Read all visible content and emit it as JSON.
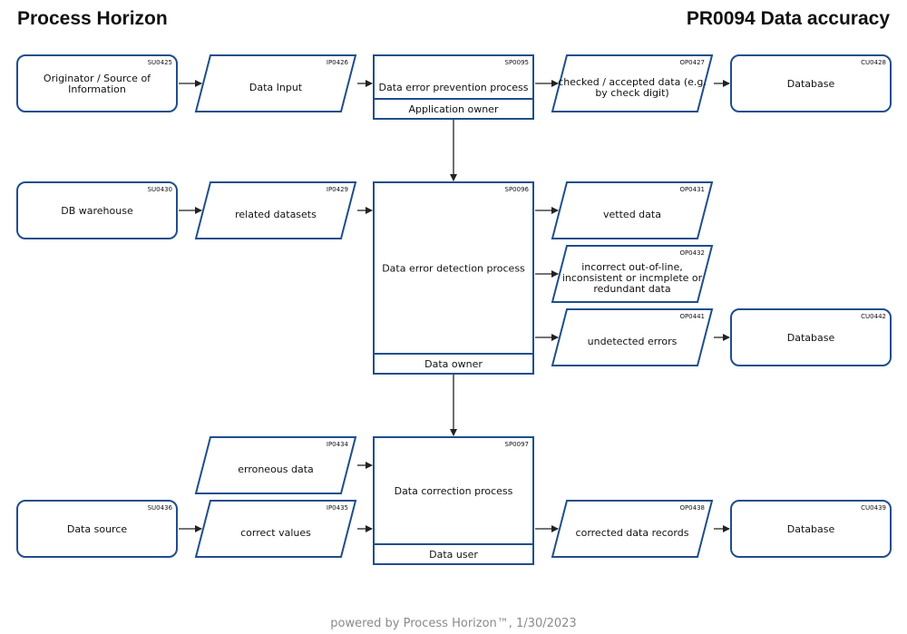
{
  "header": {
    "app_title": "Process Horizon",
    "doc_title": "PR0094 Data accuracy"
  },
  "footer": {
    "text": "powered by Process Horizon™, 1/30/2023"
  },
  "nodes": [
    {
      "id": "SU0425",
      "kind": "terminal",
      "lines": [
        "Originator / Source of",
        "Information"
      ]
    },
    {
      "id": "IP0426",
      "kind": "data",
      "lines": [
        "Data Input"
      ]
    },
    {
      "id": "SP0095",
      "kind": "process",
      "lines": [
        "Data error prevention process"
      ],
      "role": "Application owner"
    },
    {
      "id": "OP0427",
      "kind": "data",
      "lines": [
        "checked / accepted data (e.g.",
        "by check digit)"
      ]
    },
    {
      "id": "CU0428",
      "kind": "terminal",
      "lines": [
        "Database"
      ]
    },
    {
      "id": "SU0430",
      "kind": "terminal",
      "lines": [
        "DB warehouse"
      ]
    },
    {
      "id": "IP0429",
      "kind": "data",
      "lines": [
        "related datasets"
      ]
    },
    {
      "id": "SP0096",
      "kind": "process",
      "lines": [
        "Data error detection process"
      ],
      "role": "Data owner"
    },
    {
      "id": "OP0431",
      "kind": "data",
      "lines": [
        "vetted data"
      ]
    },
    {
      "id": "OP0432",
      "kind": "data",
      "lines": [
        "incorrect out-of-line,",
        "inconsistent or incmplete or",
        "redundant data"
      ]
    },
    {
      "id": "OP0441",
      "kind": "data",
      "lines": [
        "undetected errors"
      ]
    },
    {
      "id": "CU0442",
      "kind": "terminal",
      "lines": [
        "Database"
      ]
    },
    {
      "id": "IP0434",
      "kind": "data",
      "lines": [
        "erroneous data"
      ]
    },
    {
      "id": "SP0097",
      "kind": "process",
      "lines": [
        "Data correction process"
      ],
      "role": "Data user"
    },
    {
      "id": "SU0436",
      "kind": "terminal",
      "lines": [
        "Data source"
      ]
    },
    {
      "id": "IP0435",
      "kind": "data",
      "lines": [
        "correct values"
      ]
    },
    {
      "id": "OP0438",
      "kind": "data",
      "lines": [
        "corrected data records"
      ]
    },
    {
      "id": "CU0439",
      "kind": "terminal",
      "lines": [
        "Database"
      ]
    }
  ],
  "edges": [
    {
      "from": "SU0425",
      "to": "IP0426"
    },
    {
      "from": "IP0426",
      "to": "SP0095"
    },
    {
      "from": "SP0095",
      "to": "OP0427"
    },
    {
      "from": "OP0427",
      "to": "CU0428"
    },
    {
      "from": "SP0095",
      "to": "SP0096"
    },
    {
      "from": "SU0430",
      "to": "IP0429"
    },
    {
      "from": "IP0429",
      "to": "SP0096"
    },
    {
      "from": "SP0096",
      "to": "OP0431"
    },
    {
      "from": "SP0096",
      "to": "OP0432"
    },
    {
      "from": "SP0096",
      "to": "OP0441"
    },
    {
      "from": "OP0441",
      "to": "CU0442"
    },
    {
      "from": "SP0096",
      "to": "SP0097"
    },
    {
      "from": "IP0434",
      "to": "SP0097"
    },
    {
      "from": "SU0436",
      "to": "IP0435"
    },
    {
      "from": "IP0435",
      "to": "SP0097"
    },
    {
      "from": "SP0097",
      "to": "OP0438"
    },
    {
      "from": "OP0438",
      "to": "CU0439"
    }
  ]
}
